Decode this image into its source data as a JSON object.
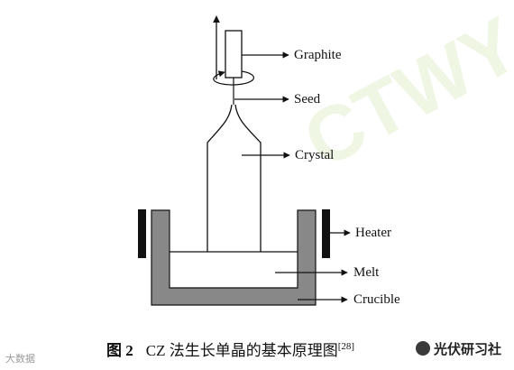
{
  "diagram": {
    "labels": {
      "graphite": "Graphite",
      "seed": "Seed",
      "crystal": "Crystal",
      "heater": "Heater",
      "melt": "Melt",
      "crucible": "Crucible"
    },
    "colors": {
      "crucible_fill": "#888888",
      "heater_fill": "#111111",
      "line": "#111111",
      "watermark": "#e1eecd"
    },
    "watermark_text": "CTWY"
  },
  "caption": {
    "figure_number": "图 2",
    "text": "CZ 法生长单晶的基本原理图",
    "reference": "[28]"
  },
  "watermarks": {
    "left": "大数据",
    "right": "光伏研习社"
  }
}
